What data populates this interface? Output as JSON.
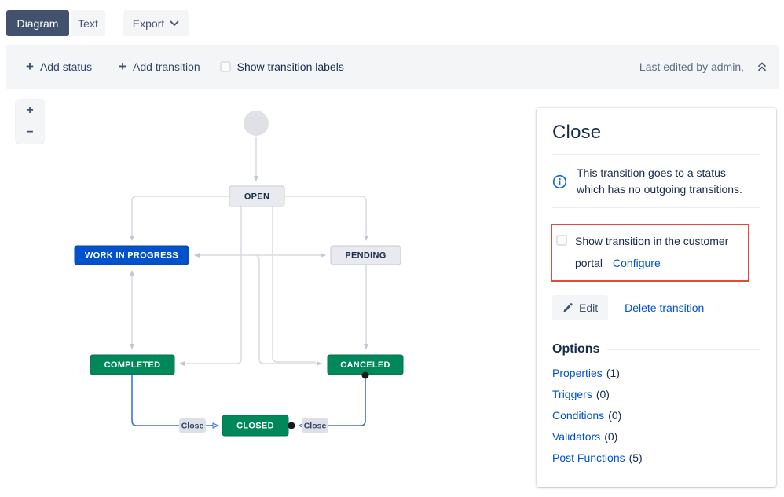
{
  "header": {
    "tabs": [
      {
        "label": "Diagram",
        "active": true
      },
      {
        "label": "Text",
        "active": false
      }
    ],
    "export_label": "Export"
  },
  "toolbar": {
    "add_status": "Add status",
    "add_transition": "Add transition",
    "show_transition_labels": "Show transition labels",
    "show_transition_labels_checked": false,
    "last_edited": "Last edited by admin,"
  },
  "canvas": {
    "zoom_in": "+",
    "zoom_out": "−"
  },
  "diagram": {
    "nodes": {
      "open": {
        "label": "OPEN",
        "color": "#E8EAEF",
        "text_color": "#172B4D"
      },
      "work_in_progress": {
        "label": "WORK IN PROGRESS",
        "color": "#0052CC",
        "text_color": "#FFFFFF"
      },
      "pending": {
        "label": "PENDING",
        "color": "#E8EAEF",
        "text_color": "#172B4D"
      },
      "completed": {
        "label": "COMPLETED",
        "color": "#00875A",
        "text_color": "#FFFFFF"
      },
      "canceled": {
        "label": "CANCELED",
        "color": "#00875A",
        "text_color": "#FFFFFF"
      },
      "closed": {
        "label": "CLOSED",
        "color": "#00875A",
        "text_color": "#FFFFFF"
      }
    },
    "transition_labels": {
      "left": "Close",
      "right": "Close"
    },
    "colors": {
      "edge": "#D9DCE3",
      "arrowhead": "#C2C8D2",
      "selected_edge": "#3E70D8",
      "start_node": "#DFE1E6"
    }
  },
  "panel": {
    "title": "Close",
    "info_text": "This transition goes to a status which has no outgoing transitions.",
    "portal_checkbox_label": "Show transition in the customer portal",
    "portal_checkbox_checked": false,
    "configure_link": "Configure",
    "edit_button": "Edit",
    "delete_link": "Delete transition",
    "options_title": "Options",
    "options": [
      {
        "label": "Properties",
        "count": "(1)"
      },
      {
        "label": "Triggers",
        "count": "(0)"
      },
      {
        "label": "Conditions",
        "count": "(0)"
      },
      {
        "label": "Validators",
        "count": "(0)"
      },
      {
        "label": "Post Functions",
        "count": "(5)"
      }
    ],
    "colors": {
      "highlight_border": "#E5483B",
      "link": "#0052CC",
      "info_icon": "#1868DB"
    }
  }
}
